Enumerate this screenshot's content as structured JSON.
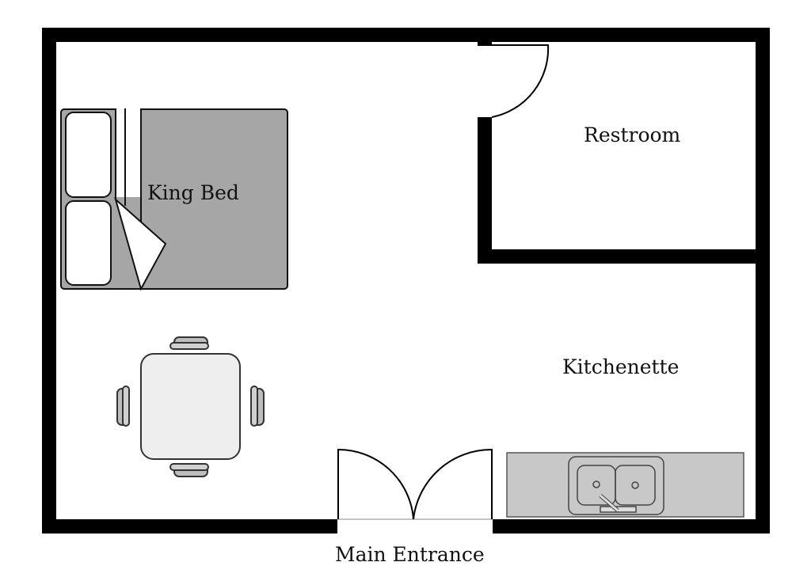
{
  "rooms": {
    "restroom": "Restroom",
    "kitchenette": "Kitchenette",
    "entrance": "Main Entrance"
  },
  "furniture": {
    "bed": "King Bed"
  },
  "colors": {
    "wall": "#000000",
    "furniture_fill": "#a6a6a6",
    "counter_fill": "#c8c8c8",
    "table_fill": "#eeeeee"
  }
}
